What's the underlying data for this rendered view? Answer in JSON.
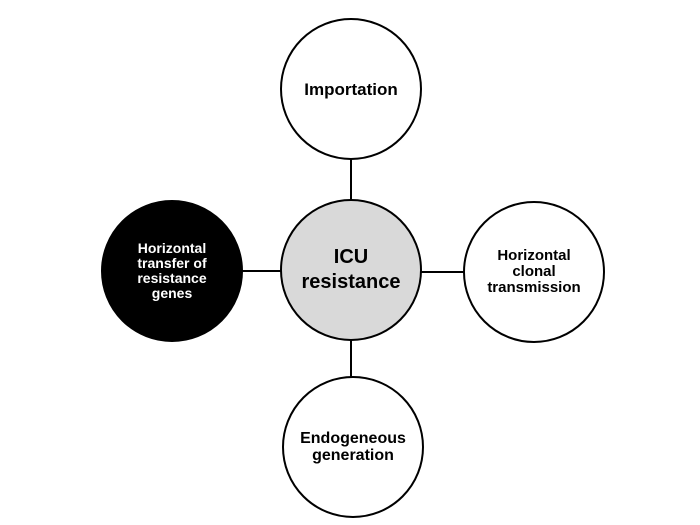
{
  "diagram": {
    "title": "ICU resistance sources diagram",
    "background_color": "#ffffff",
    "stroke_color": "#000000",
    "nodes": {
      "center": {
        "label": "ICU\nresistance",
        "fill": "#d9d9d9",
        "text_color": "#000000"
      },
      "top": {
        "label": "Importation",
        "fill": "#ffffff",
        "text_color": "#000000"
      },
      "right": {
        "label": "Horizontal\nclonal\ntransmission",
        "fill": "#ffffff",
        "text_color": "#000000"
      },
      "left": {
        "label": "Horizontal\ntransfer of\nresistance\ngenes",
        "fill": "#000000",
        "text_color": "#ffffff"
      },
      "bottom": {
        "label": "Endogeneous\ngeneration",
        "fill": "#ffffff",
        "text_color": "#000000"
      }
    },
    "connectors": {
      "color": "#000000"
    }
  }
}
